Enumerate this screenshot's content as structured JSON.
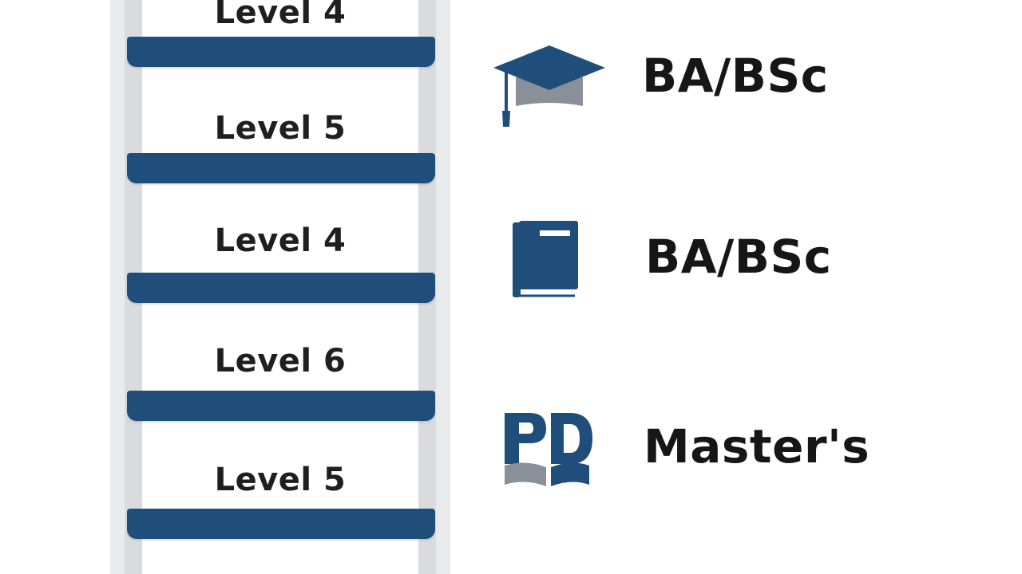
{
  "ladder": {
    "levels": [
      {
        "label": "Level 4"
      },
      {
        "label": "Level 5"
      },
      {
        "label": "Level 4"
      },
      {
        "label": "Level 6"
      },
      {
        "label": "Level 5"
      }
    ]
  },
  "degrees": [
    {
      "label": "BA/BSc",
      "icon": "graduation-cap-icon"
    },
    {
      "label": "BA/BSc",
      "icon": "book-icon"
    },
    {
      "label": "Master's",
      "icon": "open-book-monogram-icon"
    }
  ],
  "colors": {
    "accent": "#1e4e79",
    "rail": "#d9dbde",
    "text": "#1f1f1f",
    "icon_secondary": "#8a9099"
  }
}
